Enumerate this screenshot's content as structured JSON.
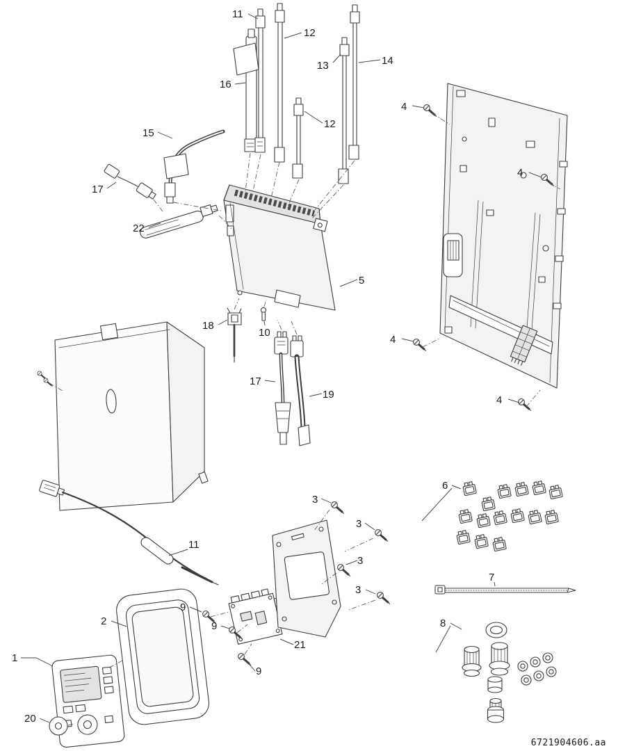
{
  "document": {
    "code": "6721904606.aa"
  },
  "callouts": {
    "part11_top": "11",
    "part12_a": "12",
    "part12_b": "12",
    "part13": "13",
    "part14": "14",
    "part16": "16",
    "part15": "15",
    "part17_a": "17",
    "part22": "22",
    "part4_a": "4",
    "part4_b": "4",
    "part5": "5",
    "part18": "18",
    "part10": "10",
    "part4_c": "4",
    "part17_b": "17",
    "part19": "19",
    "part4_d": "4",
    "part6": "6",
    "part3_a": "3",
    "part3_b": "3",
    "part11_b": "11",
    "part3_c": "3",
    "part7": "7",
    "part3_d": "3",
    "part9_a": "9",
    "part2": "2",
    "part9_b": "9",
    "part8": "8",
    "part21": "21",
    "part1": "1",
    "part9_c": "9",
    "part20": "20"
  }
}
